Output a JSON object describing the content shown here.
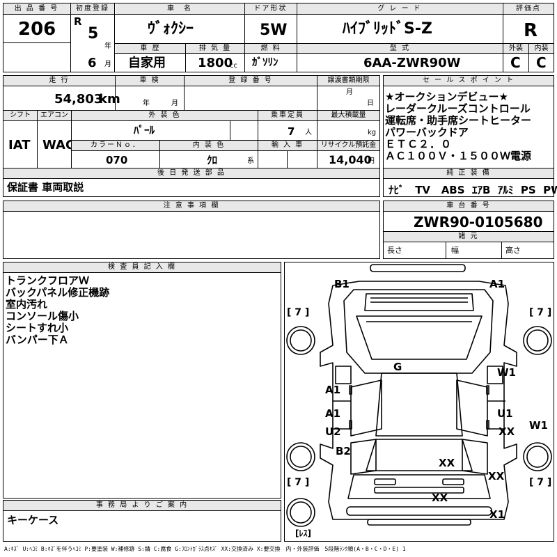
{
  "header": {
    "lot_label": "出 品 番 号",
    "lot_no": "206",
    "first_reg_label": "初度登録",
    "era": "R",
    "year_no": "5",
    "year_unit": "年",
    "month_no": "6",
    "month_unit": "月",
    "name_label": "車　名",
    "name": "ｳﾞｫｸｼｰ",
    "door_label": "ドア形状",
    "door": "5W",
    "grade_label": "グ レ ー ド",
    "grade": "ﾊｲﾌﾞﾘｯﾄﾞS-Z",
    "score_label": "評価点",
    "score": "R",
    "history_label": "車 歴",
    "history": "自家用",
    "displacement_label": "排 気 量",
    "displacement": "1800",
    "displacement_unit": "cc",
    "fuel_label": "燃 料",
    "fuel": "ｶﾞｿﾘﾝ",
    "model_label": "型 式",
    "model": "6AA-ZWR90W",
    "ext_label": "外装",
    "ext": "C",
    "int_label": "内装",
    "int": "C"
  },
  "row2": {
    "mileage_label": "走 行",
    "mileage": "54,803",
    "mileage_unit": "km",
    "inspection_label": "車 検",
    "insp_year_unit": "年",
    "insp_month_unit": "月",
    "reg_label": "登 録 番 号",
    "transfer_label": "譲渡書類期限",
    "transfer_month_unit": "月",
    "transfer_day_unit": "日",
    "shift_label": "シフト",
    "shift": "IAT",
    "ac_label": "エアコン",
    "ac": "WAC",
    "color_label": "外 装 色",
    "color": "ﾊﾟｰﾙ",
    "capacity_label": "乗車定員",
    "capacity": "7",
    "capacity_unit": "人",
    "load_label": "最大積載量",
    "load_unit": "kg",
    "color_no_label": "カラーＮｏ．",
    "color_no": "070",
    "int_color_label": "内 装 色",
    "int_color": "ｸﾛ",
    "int_color_unit": "系",
    "import_label": "輸 入 車",
    "recycle_label": "リサイクル預託金",
    "recycle": "14,040",
    "recycle_unit": "円",
    "after_label": "後 日 発 送 部 品",
    "after": "保証書 車両取説"
  },
  "sales": {
    "label": "セ ー ル ス ポ イ ン ト",
    "lines": [
      "★オークションデビュー★",
      "レーダークルーズコントロール",
      "運転席・助手席シートヒーター",
      "パワーバックドア",
      "ＥＴＣ２．０",
      "ＡＣ１００Ｖ・１５００Ｗ電源"
    ]
  },
  "equipment": {
    "label": "純 正 装 備",
    "items": [
      "ﾅﾋﾞ",
      "TV",
      "ABS",
      "ｴｱB",
      "ｱﾙﾐ",
      "PS",
      "PW"
    ]
  },
  "notes": {
    "label": "注 意 事 項 欄"
  },
  "chassis": {
    "label": "車 台 番 号",
    "number": "ZWR90-0105680",
    "spec_label": "諸 元",
    "length_label": "長さ",
    "width_label": "幅",
    "height_label": "高さ"
  },
  "inspector": {
    "label": "検 査 員 記 入 欄",
    "lines": [
      "トランクフロアＷ",
      "バックパネル修正機跡",
      "室内汚れ",
      "コンソール傷小",
      "シートすれ小",
      "バンパー下Ａ"
    ]
  },
  "office": {
    "label": "事 務 局 よ り ご 案 内",
    "text": "キーケース"
  },
  "diagram": {
    "tire_marks": [
      "[ 7 ]",
      "[ 7 ]",
      "[ 7 ]",
      "[ 7 ]"
    ],
    "spare": "[ﾚｽ]",
    "marks": [
      "B1",
      "A1",
      "G",
      "A1",
      "W1",
      "A1",
      "U1",
      "U2",
      "XX",
      "W1",
      "B2",
      "XX",
      "XX",
      "XX",
      "X1"
    ]
  },
  "legend": "A:ｷｽﾞ U:ﾍｺﾐ B:ｷｽﾞを伴うﾍｺﾐ P:要塗装 W:補修跡 S:錆 C:腐食 G:ﾌﾛﾝﾄｶﾞﾗｽ点ｷｽﾞ XX:交換済み X:要交換　内・外装評価　5段階ﾗﾝｸ順(A・B・C・D・E) 1"
}
